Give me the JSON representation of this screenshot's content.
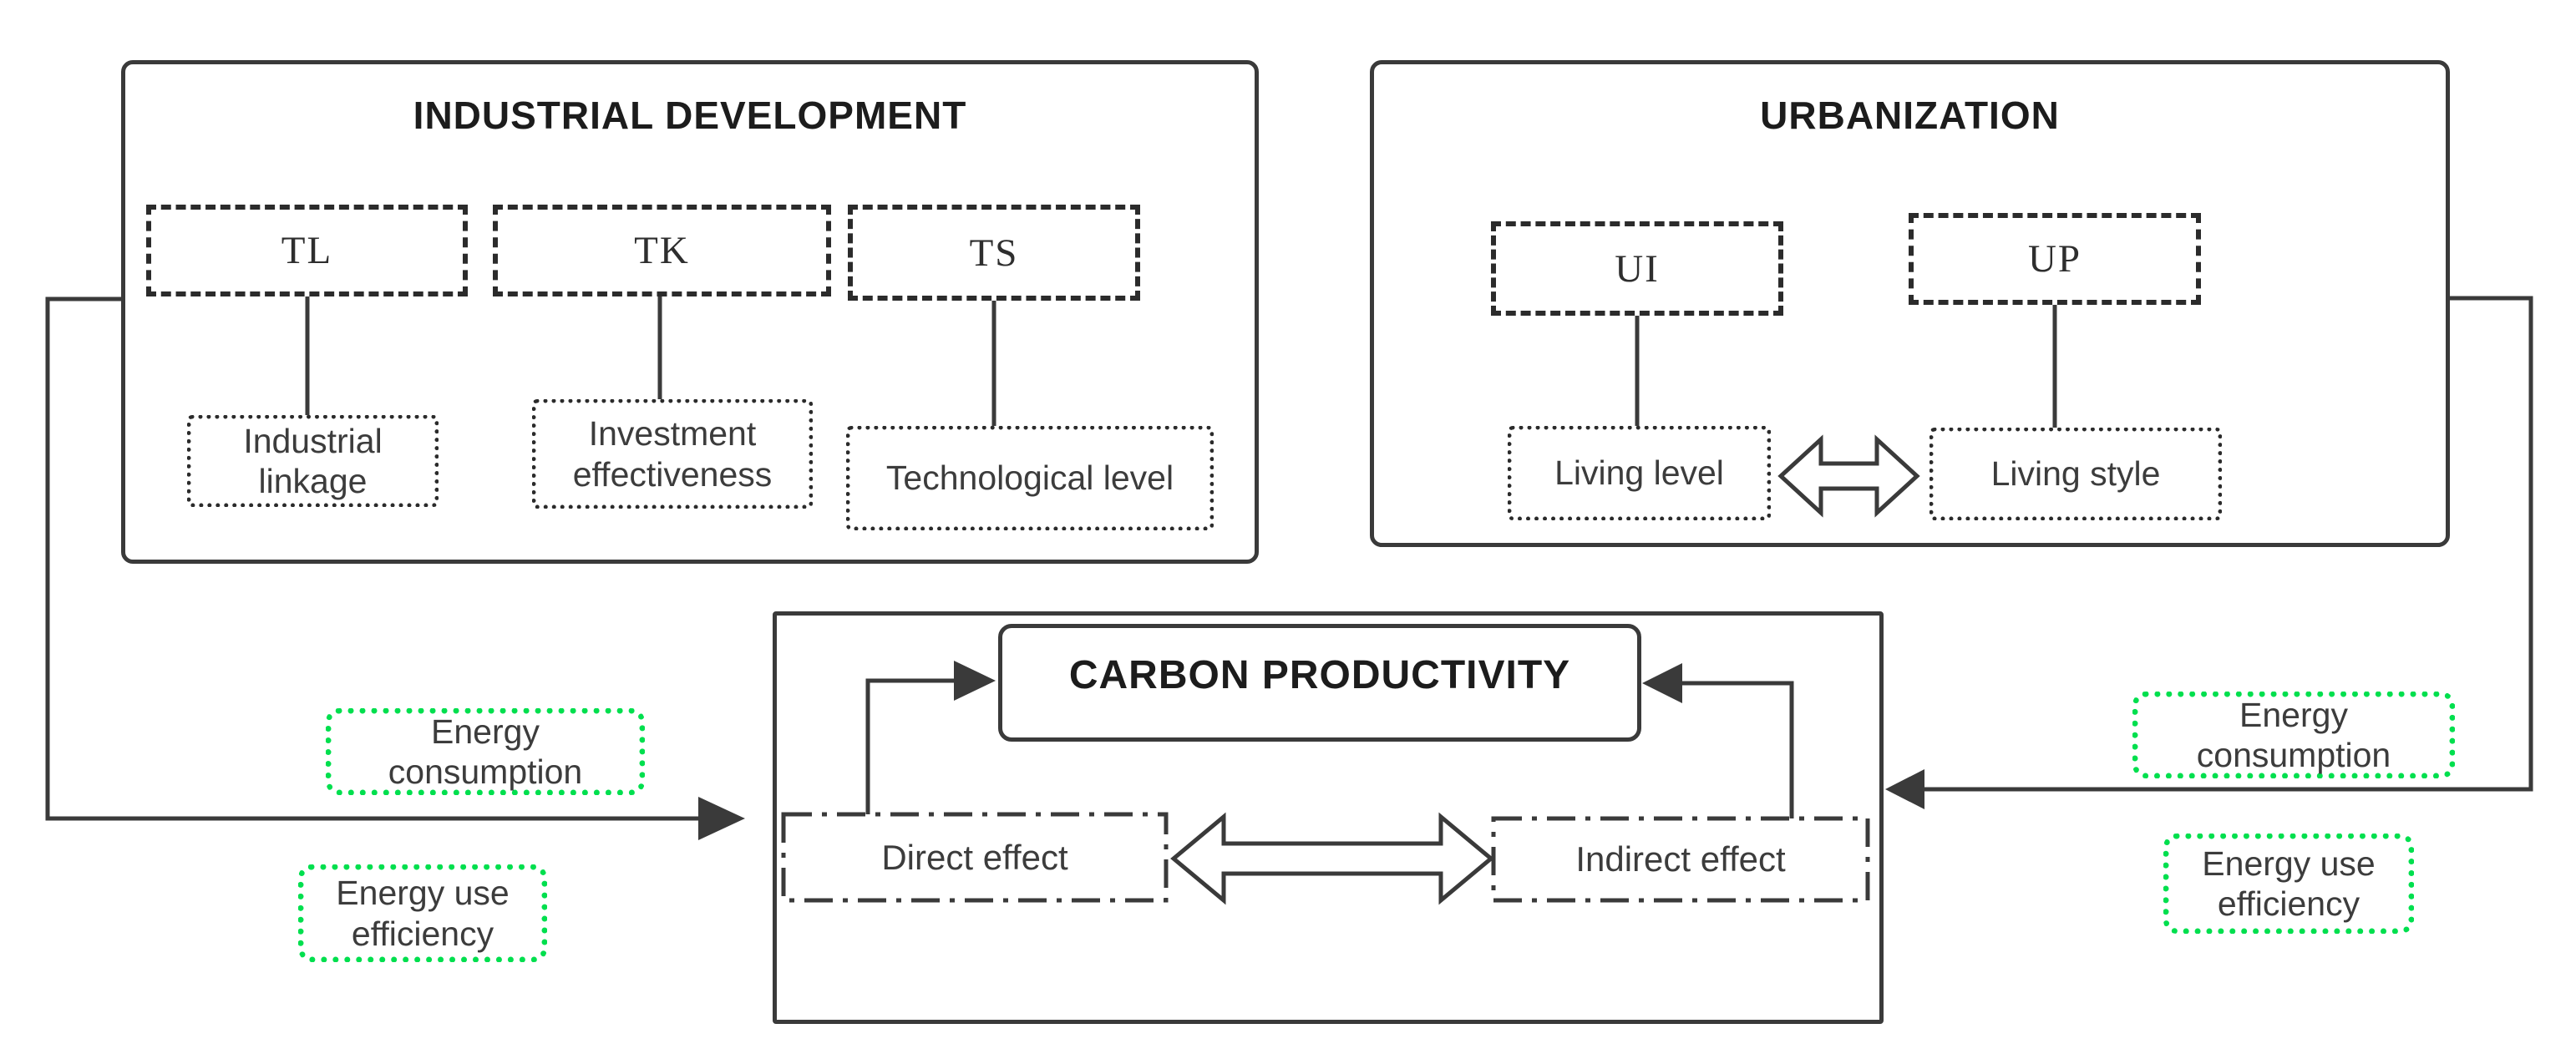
{
  "colors": {
    "line": "#3a3a3a",
    "box_border": "#2b2b2b",
    "text": "#3c3c3c",
    "title_text": "#1c1c1c",
    "green_accent": "#00df4e",
    "background": "#ffffff"
  },
  "industrial": {
    "title": "INDUSTRIAL DEVELOPMENT",
    "factors": [
      {
        "code": "TL",
        "label": "Industrial linkage"
      },
      {
        "code": "TK",
        "label": "Investment effectiveness"
      },
      {
        "code": "TS",
        "label": "Technological level"
      }
    ]
  },
  "urbanization": {
    "title": "URBANIZATION",
    "factors": [
      {
        "code": "UI",
        "label": "Living level"
      },
      {
        "code": "UP",
        "label": "Living style"
      }
    ]
  },
  "core": {
    "title": "CARBON PRODUCTIVITY",
    "direct_effect": "Direct effect",
    "indirect_effect": "Indirect effect"
  },
  "mediators": {
    "left": {
      "consumption": "Energy consumption",
      "efficiency": "Energy use efficiency"
    },
    "right": {
      "consumption": "Energy consumption",
      "efficiency": "Energy use efficiency"
    }
  }
}
